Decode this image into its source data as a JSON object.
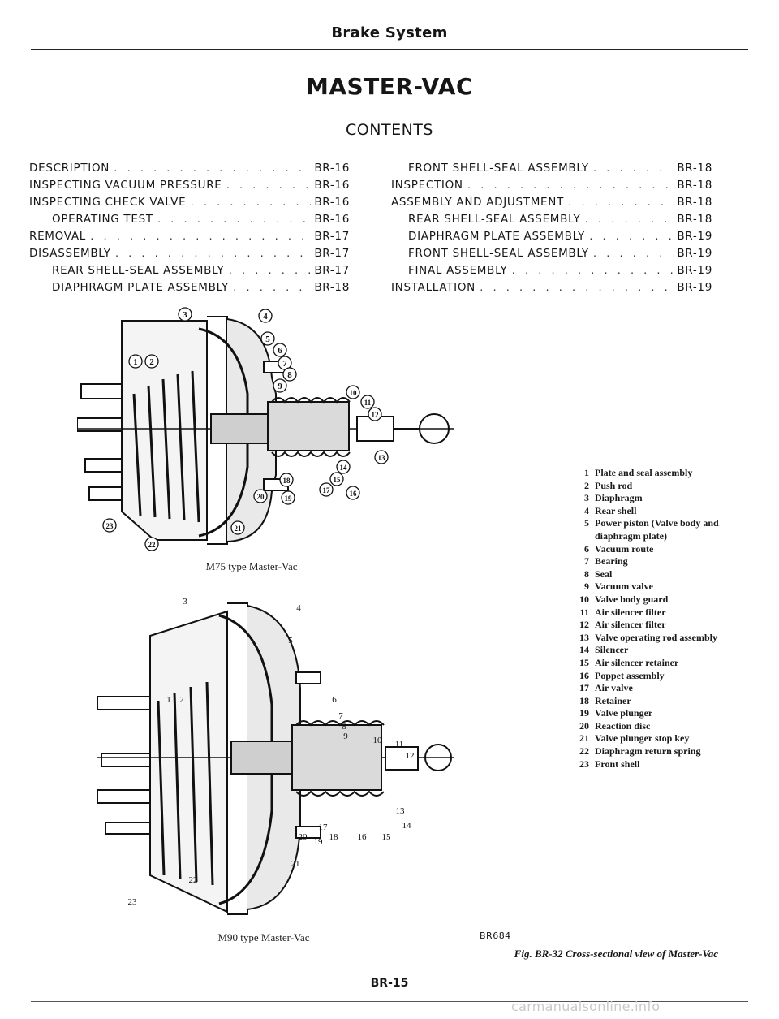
{
  "header": "Brake System",
  "title": "MASTER-VAC",
  "contents_heading": "CONTENTS",
  "toc_left": [
    {
      "label": "DESCRIPTION",
      "page": "BR-16",
      "indent": false
    },
    {
      "label": "INSPECTING VACUUM PRESSURE",
      "page": "BR-16",
      "indent": false
    },
    {
      "label": "INSPECTING CHECK VALVE",
      "page": "BR-16",
      "indent": false
    },
    {
      "label": "OPERATING TEST",
      "page": "BR-16",
      "indent": true
    },
    {
      "label": "REMOVAL",
      "page": "BR-17",
      "indent": false
    },
    {
      "label": "DISASSEMBLY",
      "page": "BR-17",
      "indent": false
    },
    {
      "label": "REAR SHELL-SEAL ASSEMBLY",
      "page": "BR-17",
      "indent": true
    },
    {
      "label": "DIAPHRAGM PLATE ASSEMBLY",
      "page": "BR-18",
      "indent": true
    }
  ],
  "toc_right": [
    {
      "label": "FRONT SHELL-SEAL ASSEMBLY",
      "page": "BR-18",
      "indent": true
    },
    {
      "label": "INSPECTION",
      "page": "BR-18",
      "indent": false
    },
    {
      "label": "ASSEMBLY AND ADJUSTMENT",
      "page": "BR-18",
      "indent": false
    },
    {
      "label": "REAR SHELL-SEAL ASSEMBLY",
      "page": "BR-18",
      "indent": true
    },
    {
      "label": "DIAPHRAGM PLATE ASSEMBLY",
      "page": "BR-19",
      "indent": true
    },
    {
      "label": "FRONT SHELL-SEAL ASSEMBLY",
      "page": "BR-19",
      "indent": true
    },
    {
      "label": "FINAL ASSEMBLY",
      "page": "BR-19",
      "indent": true
    },
    {
      "label": "INSTALLATION",
      "page": "BR-19",
      "indent": false
    }
  ],
  "figure_top": {
    "caption": "M75 type Master-Vac",
    "callouts": [
      "1",
      "2",
      "3",
      "4",
      "5",
      "6",
      "7",
      "8",
      "9",
      "10",
      "11",
      "12",
      "13",
      "14",
      "15",
      "16",
      "17",
      "18",
      "19",
      "20",
      "21",
      "22",
      "23"
    ]
  },
  "figure_bottom": {
    "caption": "M90 type Master-Vac",
    "callouts": [
      "1",
      "2",
      "3",
      "4",
      "5",
      "6",
      "7",
      "8",
      "9",
      "10",
      "11",
      "12",
      "13",
      "14",
      "15",
      "16",
      "17",
      "18",
      "19",
      "20",
      "21",
      "22",
      "23"
    ]
  },
  "legend": [
    {
      "num": "1",
      "text": "Plate and seal assembly"
    },
    {
      "num": "2",
      "text": "Push rod"
    },
    {
      "num": "3",
      "text": "Diaphragm"
    },
    {
      "num": "4",
      "text": "Rear shell"
    },
    {
      "num": "5",
      "text": "Power piston (Valve body and diaphragm plate)"
    },
    {
      "num": "6",
      "text": "Vacuum route"
    },
    {
      "num": "7",
      "text": "Bearing"
    },
    {
      "num": "8",
      "text": "Seal"
    },
    {
      "num": "9",
      "text": "Vacuum valve"
    },
    {
      "num": "10",
      "text": "Valve body guard"
    },
    {
      "num": "11",
      "text": "Air silencer filter"
    },
    {
      "num": "12",
      "text": "Air silencer filter"
    },
    {
      "num": "13",
      "text": "Valve operating rod assembly"
    },
    {
      "num": "14",
      "text": "Silencer"
    },
    {
      "num": "15",
      "text": "Air silencer retainer"
    },
    {
      "num": "16",
      "text": "Poppet assembly"
    },
    {
      "num": "17",
      "text": "Air valve"
    },
    {
      "num": "18",
      "text": "Retainer"
    },
    {
      "num": "19",
      "text": "Valve plunger"
    },
    {
      "num": "20",
      "text": "Reaction disc"
    },
    {
      "num": "21",
      "text": "Valve plunger stop key"
    },
    {
      "num": "22",
      "text": "Diaphragm return spring"
    },
    {
      "num": "23",
      "text": "Front shell"
    }
  ],
  "figure_code": "BR684",
  "figure_caption": "Fig. BR-32 Cross-sectional view of Master-Vac",
  "page_number": "BR-15",
  "watermark": "carmanualsonline.info"
}
